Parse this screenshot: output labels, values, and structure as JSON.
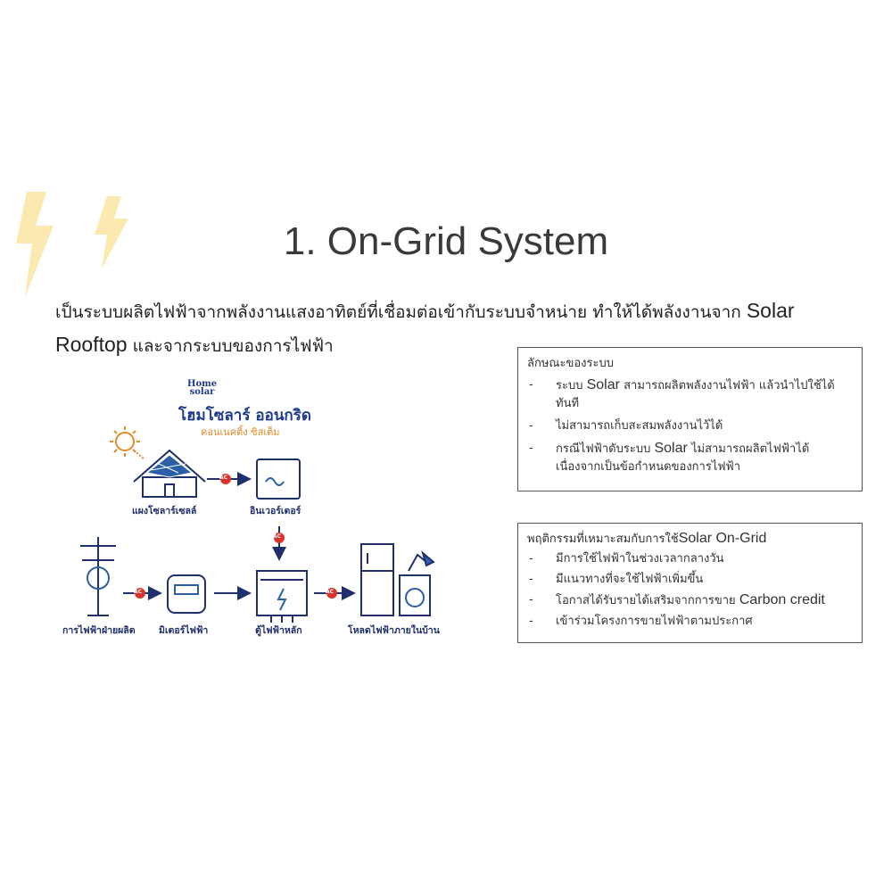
{
  "title": "1. On-Grid System",
  "intro": {
    "line1_thai": "เป็นระบบผลิตไฟฟ้าจากพลังงานแสงอาทิตย์ที่เชื่อมต่อเข้ากับระบบจำหน่าย ทำให้ได้พลังงานจาก ",
    "line1_latin": "Solar",
    "line2_latin": "Rooftop",
    "line2_thai": " และจากระบบของการไฟฟ้า"
  },
  "characteristics": {
    "heading": "ลักษณะของระบบ",
    "items": [
      {
        "pre": "ระบบ ",
        "latin": "Solar",
        "post": " สามารถผลิตพลังงานไฟฟ้า แล้วนำไปใช้ได้ทันที"
      },
      {
        "pre": "ไม่สามารถเก็บสะสมพลังงานไว้ได้",
        "latin": "",
        "post": ""
      },
      {
        "pre": "กรณีไฟฟ้าดับระบบ ",
        "latin": "Solar",
        "post": " ไม่สามารถผลิตไฟฟ้าได้ เนื่องจากเป็นข้อกำหนดของการไฟฟ้า"
      }
    ]
  },
  "behavior": {
    "heading_thai": "พฤติกรรมที่เหมาะสมกับการใช้",
    "heading_latin": "Solar On-Grid",
    "items": [
      {
        "pre": "มีการใช้ไฟฟ้าในช่วงเวลากลางวัน",
        "latin": "",
        "post": ""
      },
      {
        "pre": "มีแนวทางที่จะใช้ไฟฟ้าเพิ่มขึ้น",
        "latin": "",
        "post": ""
      },
      {
        "pre": "โอกาสได้รับรายได้เสริมจากการขาย ",
        "latin": "Carbon credit",
        "post": ""
      },
      {
        "pre": "เข้าร่วมโครงการขายไฟฟ้าตามประกาศ",
        "latin": "",
        "post": ""
      }
    ]
  },
  "diagram": {
    "brand_top": "Home",
    "brand_top2": "solar",
    "brand_main": "โฮมโซลาร์ ออนกริด",
    "brand_sub": "คอนเนคติ้ง ซิสเต็ม",
    "ac_label": "AC",
    "labels": {
      "solar_panel": "แผงโซลาร์เซลล์",
      "inverter": "อินเวอร์เตอร์",
      "grid": "การไฟฟ้าฝ่ายผลิต",
      "meter": "มิเตอร์ไฟฟ้า",
      "main_panel": "ตู้ไฟฟ้าหลัก",
      "home_load": "โหลดไฟฟ้าภายในบ้าน"
    },
    "colors": {
      "navy": "#1e2f6b",
      "blue": "#2b5fa6",
      "red": "#d9332b",
      "orange": "#e08a2a"
    }
  },
  "decor": {
    "bolt_color": "#fbe9b0"
  }
}
